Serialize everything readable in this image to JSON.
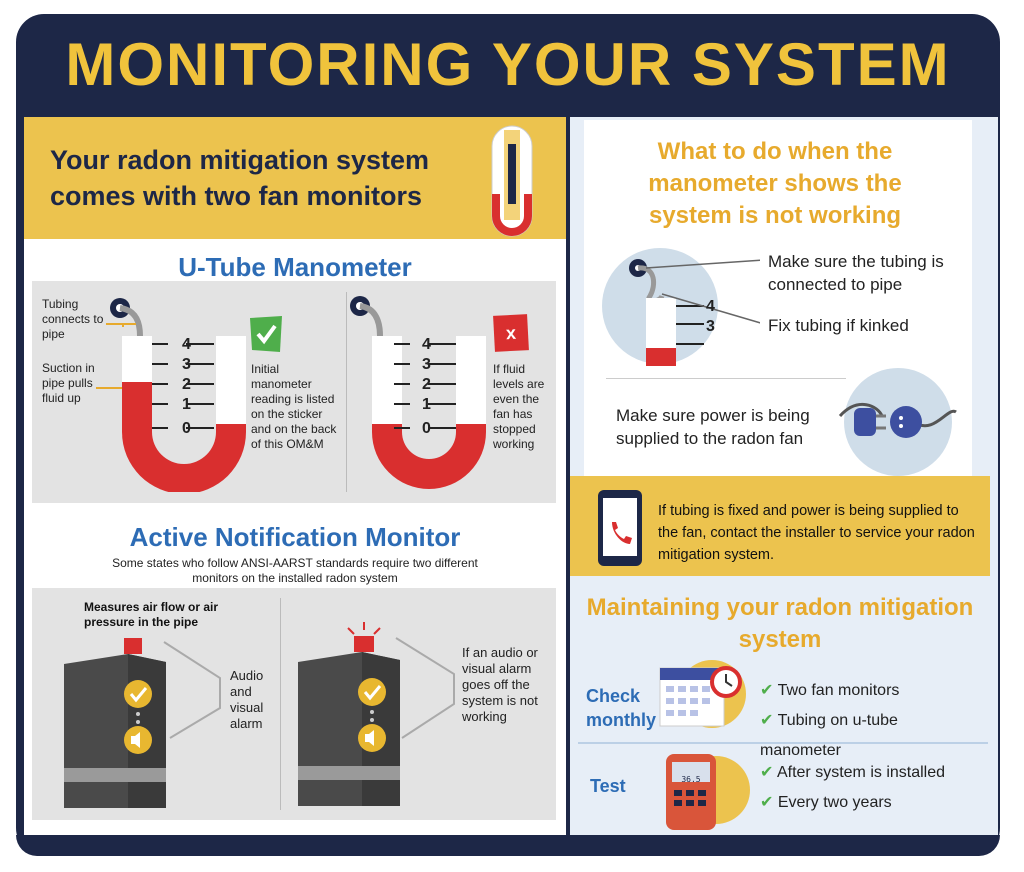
{
  "title": "MONITORING YOUR SYSTEM",
  "header": {
    "text": "Your radon mitigation system comes with two fan monitors"
  },
  "utube": {
    "title": "U-Tube Manometer",
    "label_tubing": "Tubing connects to pipe",
    "label_suction": "Suction in pipe pulls fluid up",
    "ticks": [
      "4",
      "3",
      "2",
      "1",
      "0"
    ],
    "check_text": "Initial manometer reading is listed on the sticker and on the back of this OM&M",
    "x_text": "If fluid levels are even the fan has stopped working",
    "x_glyph": "x"
  },
  "anm": {
    "title": "Active Notification Monitor",
    "subtitle": "Some states who follow ANSI-AARST standards require two different monitors on the installed radon system",
    "measures": "Measures air flow or air pressure in the pipe",
    "audio_text": "Audio and visual alarm",
    "alarm_text": "If an audio or visual alarm goes off the system is not working"
  },
  "what_to_do": {
    "title": "What to do when the manometer shows the system is not working",
    "tubing_connected": "Make sure the tubing is connected to pipe",
    "fix_tubing": "Fix tubing if kinked",
    "power": "Make sure power is being supplied to the radon fan",
    "ticks": [
      "4",
      "3"
    ]
  },
  "contact": {
    "text": "If tubing is fixed and power is being supplied to the fan, contact the installer to service your radon mitigation system."
  },
  "maintaining": {
    "title": "Maintaining your radon mitigation system",
    "check_label": "Check monthly",
    "check_items": [
      "Two fan monitors",
      "Tubing on u-tube manometer"
    ],
    "test_label": "Test",
    "test_items": [
      "After system is installed",
      "Every two years"
    ],
    "meter_reading": "36.5"
  }
}
